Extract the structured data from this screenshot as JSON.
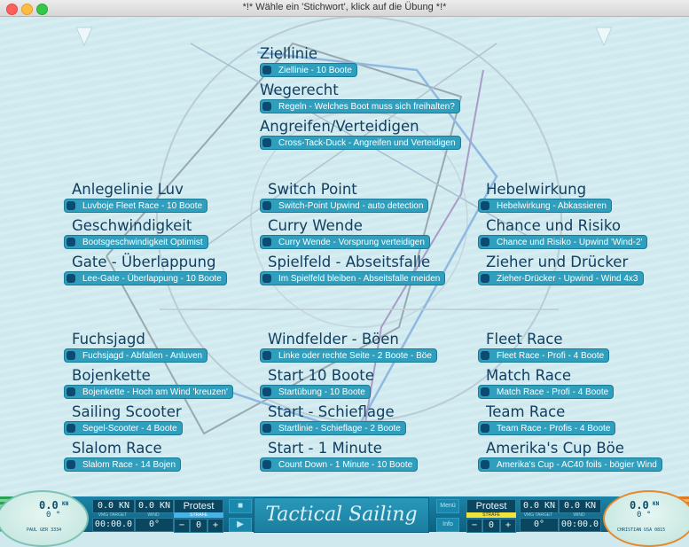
{
  "window": {
    "title": "*!* Wähle ein 'Stichwort', klick auf die Übung *!*"
  },
  "exercises": {
    "top": [
      {
        "heading": "Ziellinie",
        "button": "Ziellinie - 10 Boote"
      },
      {
        "heading": "Wegerecht",
        "button": "Regeln - Welches Boot muss sich freihalten?"
      },
      {
        "heading": "Angreifen/Verteidigen",
        "button": "Cross-Tack-Duck - Angreifen und Verteidigen"
      }
    ],
    "left_upper": [
      {
        "heading": "Anlegelinie Luv",
        "button": "Luvboje Fleet Race - 10 Boote"
      },
      {
        "heading": "Geschwindigkeit",
        "button": "Bootsgeschwindigkeit Optimist"
      },
      {
        "heading": "Gate - Überlappung",
        "button": "Lee-Gate - Überlappung - 10 Boote"
      }
    ],
    "center_upper": [
      {
        "heading": "Switch Point",
        "button": "Switch-Point Upwind - auto detection"
      },
      {
        "heading": "Curry Wende",
        "button": "Curry Wende - Vorsprung verteidigen"
      },
      {
        "heading": "Spielfeld - Abseitsfalle",
        "button": "Im Spielfeld bleiben - Abseitsfalle meiden"
      }
    ],
    "right_upper": [
      {
        "heading": "Hebelwirkung",
        "button": "Hebelwirkung - Abkassieren"
      },
      {
        "heading": "Chance und Risiko",
        "button": "Chance und Risiko - Upwind 'Wind-2'"
      },
      {
        "heading": "Zieher und Drücker",
        "button": "Zieher-Drücker - Upwind - Wind 4x3"
      }
    ],
    "left_lower": [
      {
        "heading": "Fuchsjagd",
        "button": "Fuchsjagd - Abfallen - Anluven"
      },
      {
        "heading": "Bojenkette",
        "button": "Bojenkette - Hoch am Wind 'kreuzen'"
      },
      {
        "heading": "Sailing Scooter",
        "button": "Segel-Scooter - 4 Boote"
      },
      {
        "heading": "Slalom Race",
        "button": "Slalom Race - 14 Bojen"
      }
    ],
    "center_lower": [
      {
        "heading": "Windfelder - Böen",
        "button": "Linke oder rechte Seite - 2 Boote - Böe"
      },
      {
        "heading": "Start 10 Boote",
        "button": "Startübung - 10 Boote"
      },
      {
        "heading": "Start - Schieflage",
        "button": "Startlinie - Schieflage - 2 Boote"
      },
      {
        "heading": "Start - 1 Minute",
        "button": "Count Down - 1 Minute - 10 Boote"
      }
    ],
    "right_lower": [
      {
        "heading": "Fleet Race",
        "button": "Fleet Race - Profi - 4 Boote"
      },
      {
        "heading": "Match Race",
        "button": "Match Race - Profi - 4 Boote"
      },
      {
        "heading": "Team Race",
        "button": "Team Race - Profis - 4 Boote"
      },
      {
        "heading": "Amerika's Cup Böe",
        "button": "Amerika's Cup - AC40 foils - bögier Wind"
      }
    ]
  },
  "bottom": {
    "left_disc": {
      "speed": "0.0",
      "unit": "KN",
      "angle": "0 °",
      "name": "PAUL GER 3334"
    },
    "right_disc": {
      "speed": "0.0",
      "unit": "KN",
      "angle": "0 °",
      "name": "CHRISTIAN USA 0815"
    },
    "left_panel": {
      "speed1": "0.0 KN",
      "speed2": "0.0 KN",
      "sub1": "VMG TARGET",
      "sub2": "WIND",
      "timer": "00:00.0",
      "angle": "0°",
      "protest": "Protest",
      "strafe": "STRAFE",
      "minus": "−",
      "count": "0",
      "plus": "+"
    },
    "right_panel": {
      "speed1": "0.0 KN",
      "speed2": "0.0 KN",
      "sub1": "VMG TARGET",
      "sub2": "WIND",
      "timer": "00:00.0",
      "angle": "0°",
      "protest": "Protest",
      "strafe": "STRAFE",
      "minus": "−",
      "count": "0",
      "plus": "+"
    },
    "stop_symbol": "■",
    "play_symbol": "▶",
    "logo_text": "Tactical Sailing",
    "menu_label": "Menü",
    "info_label": "Info"
  },
  "colors": {
    "field": "#cfe9ef",
    "button": "#2f9fbd",
    "heading": "#123e60",
    "bar": "#1b84a8",
    "left_team": "#2aa055",
    "right_team": "#e07a20"
  }
}
